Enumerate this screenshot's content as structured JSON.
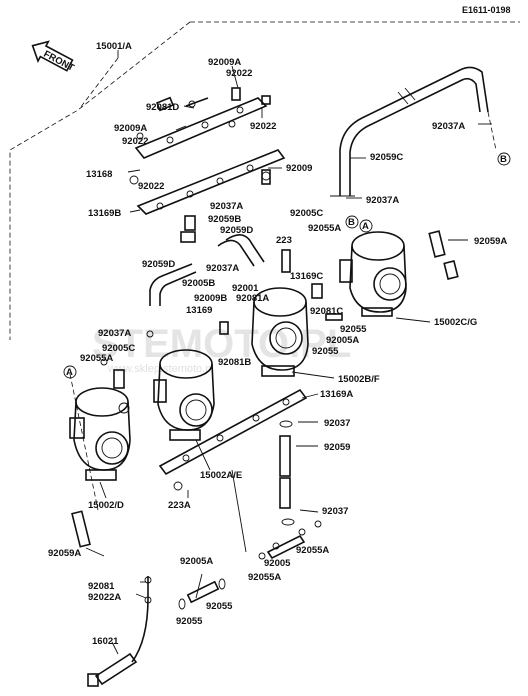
{
  "diagram_code": "E1611-0198",
  "front_label": "FRONT",
  "watermark": {
    "site": "STEMOTO.PL",
    "tagline": "www.sklep.stemoto.pl"
  },
  "callouts": {
    "a": "A",
    "b": "B"
  },
  "labels": {
    "l15001a": "15001/A",
    "l92009a_top": "92009A",
    "l92022_top": "92022",
    "l92081d": "92081D",
    "l92009a_left": "92009A",
    "l92022_left": "92022",
    "l92022_right": "92022",
    "l13168": "13168",
    "l92022_low": "92022",
    "l92009": "92009",
    "l13169b": "13169B",
    "l92037a_top": "92037A",
    "l92059c": "92059C",
    "l92037a_mid": "92037A",
    "l92037a_c": "92037A",
    "l92059b": "92059B",
    "l92059d_up": "92059D",
    "l92005c_r": "92005C",
    "l92055a_r": "92055A",
    "l92059a_r": "92059A",
    "l223": "223",
    "l92059d": "92059D",
    "l92037a_d": "92037A",
    "l13169c": "13169C",
    "l92005b": "92005B",
    "l92001": "92001",
    "l92009b": "92009B",
    "l92081a": "92081A",
    "l13169": "13169",
    "l92081c": "92081C",
    "l15002cg": "15002C/G",
    "l92037a_l": "92037A",
    "l92005c_l": "92005C",
    "l92055a_l": "92055A",
    "l92055": "92055",
    "l92005a": "92005A",
    "l92081b": "92081B",
    "l15002bf": "15002B/F",
    "l13169a": "13169A",
    "l92037_r": "92037",
    "l92059_r": "92059",
    "l15002ae": "15002A/E",
    "l223a": "223A",
    "l15002d": "15002/D",
    "l92037_b": "92037",
    "l92055a_b": "92055A",
    "l92005_b": "92005",
    "l92055a_bl": "92055A",
    "l92059a_l": "92059A",
    "l92005a_b": "92005A",
    "l92081": "92081",
    "l92022a": "92022A",
    "l92055_b1": "92055",
    "l92055_b2": "92055",
    "l16021": "16021"
  }
}
